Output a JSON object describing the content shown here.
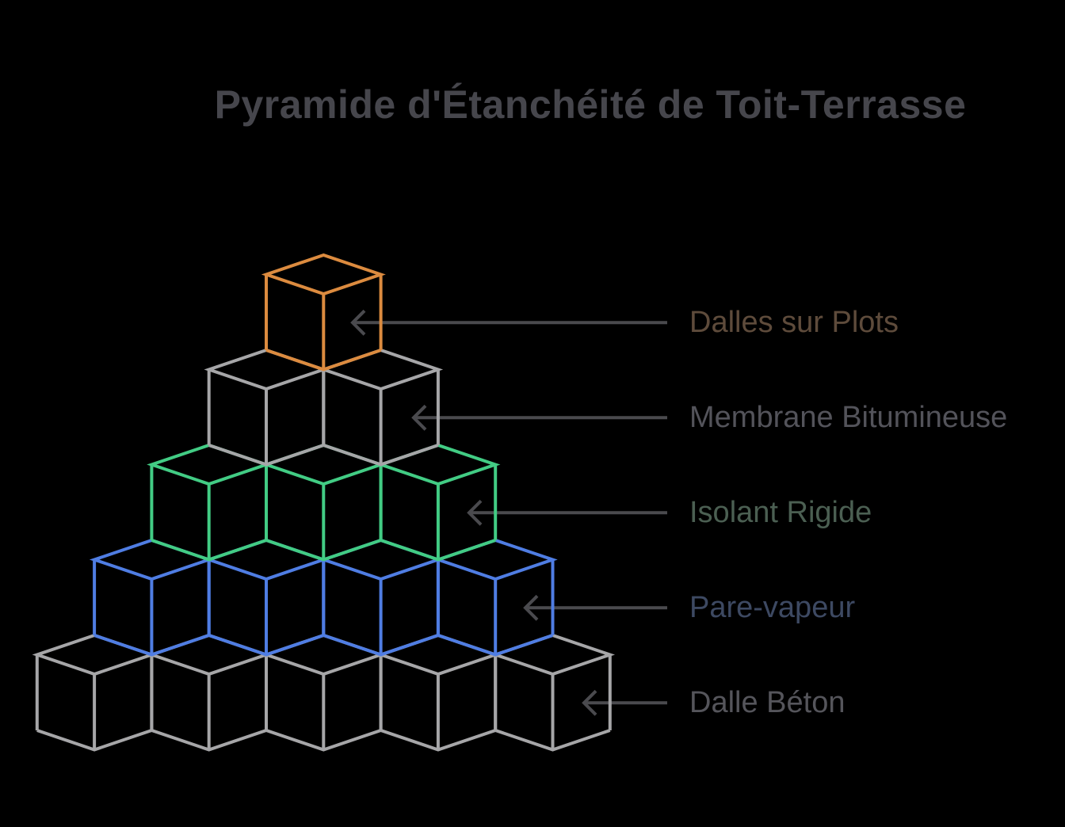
{
  "title": "Pyramide d'Étanchéité de Toit-Terrasse",
  "background_color": "#000000",
  "title_color": "#46464C",
  "arrow_color": "#4A4A4E",
  "chart_data": {
    "type": "pyramid",
    "description_layout": "isometric wireframe cube pyramid, 5 layers, labeled with left-pointing arrows",
    "layers": [
      {
        "position": 1,
        "cubes": 1,
        "label": "Dalles sur Plots",
        "cube_color": "#DC8B3F",
        "label_color": "#5E4B3B"
      },
      {
        "position": 2,
        "cubes": 2,
        "label": "Membrane Bitumineuse",
        "cube_color": "#A6A6A8",
        "label_color": "#53535A"
      },
      {
        "position": 3,
        "cubes": 3,
        "label": "Isolant Rigide",
        "cube_color": "#42CC84",
        "label_color": "#4B5F52"
      },
      {
        "position": 4,
        "cubes": 4,
        "label": "Pare-vapeur",
        "cube_color": "#4F7DE3",
        "label_color": "#3D4962"
      },
      {
        "position": 5,
        "cubes": 5,
        "label": "Dalle Béton",
        "cube_color": "#A6A6A8",
        "label_color": "#55555B"
      }
    ]
  }
}
